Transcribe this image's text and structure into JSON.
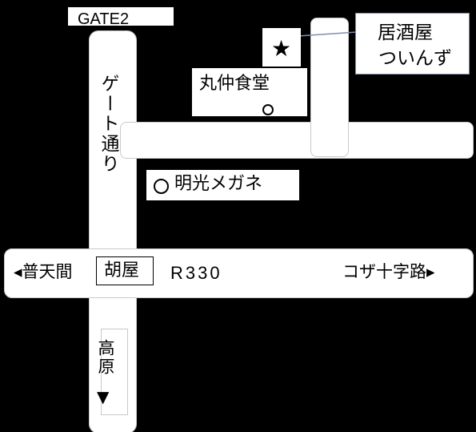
{
  "map": {
    "gate": "GATE2",
    "gate_street": "ゲート通り",
    "destination": {
      "name_line1": "居酒屋",
      "name_line2": "ついんず",
      "marker": "★"
    },
    "landmarks": [
      {
        "name": "丸仲食堂"
      },
      {
        "name": "明光メガネ"
      }
    ],
    "route": {
      "name": "R330",
      "west": "◂普天間",
      "east": "コザ十字路▸",
      "intersection": "胡屋"
    },
    "south": {
      "label": "高原",
      "arrow": "▼"
    },
    "colors": {
      "background": "#000000",
      "road": "#ffffff",
      "road_border": "#c9c9c9",
      "callout_border": "#7f8faa"
    }
  }
}
